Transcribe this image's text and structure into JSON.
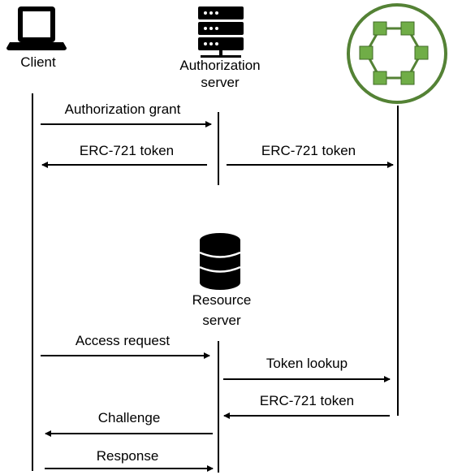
{
  "actors": {
    "client": "Client",
    "auth_line1": "Authorization",
    "auth_line2": "server",
    "resource_line1": "Resource",
    "resource_line2": "server"
  },
  "messages": {
    "authorization_grant": "Authorization grant",
    "erc_token_to_client": "ERC-721 token",
    "erc_token_to_chain": "ERC-721 token",
    "access_request": "Access request",
    "token_lookup": "Token lookup",
    "erc_token_from_chain": "ERC-721 token",
    "challenge": "Challenge",
    "response": "Response"
  },
  "icons": {
    "client": "laptop-icon",
    "authorization_server": "server-rack-icon",
    "blockchain": "blockchain-ring-icon",
    "resource_server": "database-icon"
  },
  "colors": {
    "blockchain_ring": "#548235",
    "blockchain_node": "#70ad47",
    "ink": "#000000"
  }
}
